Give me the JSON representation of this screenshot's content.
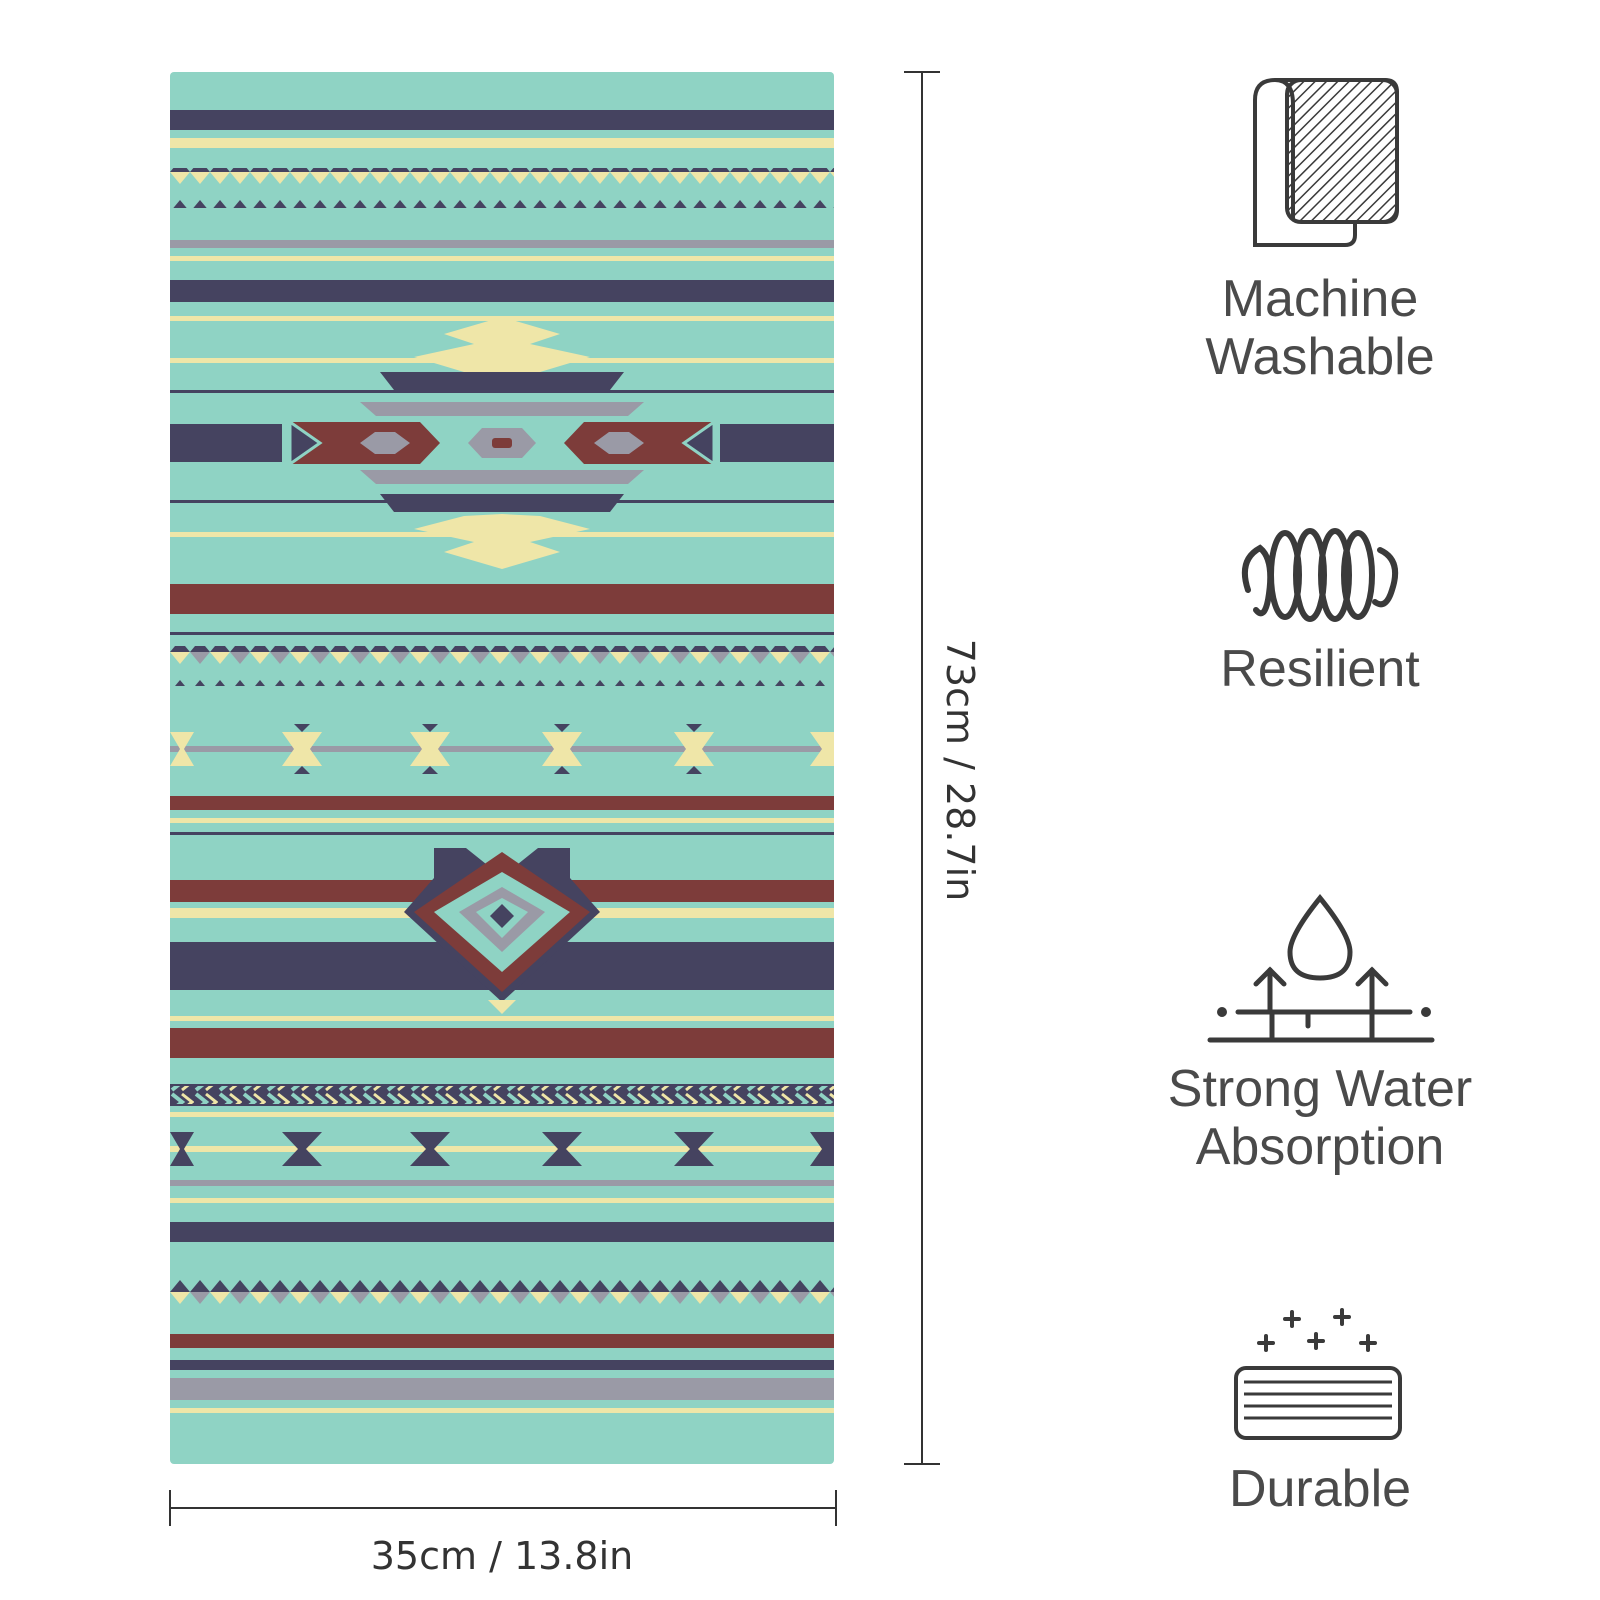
{
  "product": {
    "width_label": "35cm / 13.8in",
    "height_label": "73cm / 28.7in",
    "colors": {
      "mint": "#8fd3c4",
      "navy": "#454360",
      "maroon": "#7d3c3a",
      "cream": "#efe6a8",
      "gray": "#9a9aa6"
    }
  },
  "features": [
    {
      "icon": "machine-washable-icon",
      "line1": "Machine",
      "line2": "Washable"
    },
    {
      "icon": "resilient-coil-icon",
      "line1": "Resilient",
      "line2": ""
    },
    {
      "icon": "water-absorption-icon",
      "line1": "Strong Water",
      "line2": "Absorption"
    },
    {
      "icon": "durable-towel-icon",
      "line1": "Durable",
      "line2": ""
    }
  ]
}
